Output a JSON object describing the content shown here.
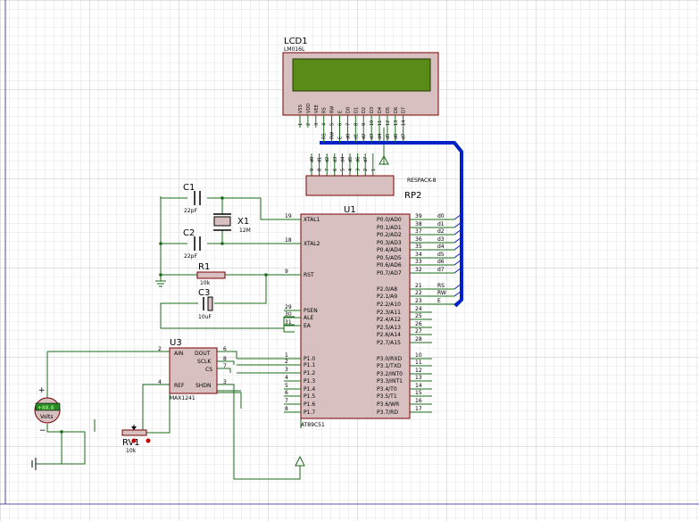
{
  "lcd": {
    "ref": "LCD1",
    "part": "LM016L",
    "pin_names": [
      "VSS",
      "VDD",
      "VEE",
      "RS",
      "RW",
      "E",
      "D0",
      "D1",
      "D2",
      "D3",
      "D4",
      "D5",
      "D6",
      "D7"
    ],
    "pin_numbers": [
      "1",
      "2",
      "3",
      "4",
      "5",
      "6",
      "7",
      "8",
      "9",
      "10",
      "11",
      "12",
      "13",
      "14"
    ],
    "net_labels": [
      "RS",
      "RW",
      "E",
      "d0",
      "d1",
      "d2",
      "d3",
      "d4",
      "d5",
      "d6",
      "d7"
    ]
  },
  "respack": {
    "ref": "RP2",
    "part": "RESPACK-8",
    "nets": [
      "d0",
      "d1",
      "d2",
      "d3",
      "d4",
      "d5",
      "d6",
      "d7"
    ],
    "pins": [
      "9",
      "8",
      "7",
      "6",
      "5",
      "4",
      "3",
      "2",
      "1"
    ]
  },
  "mcu": {
    "ref": "U1",
    "part": "AT89C51",
    "left_pins": [
      {
        "num": "19",
        "name": "XTAL1"
      },
      {
        "num": "18",
        "name": "XTAL2"
      },
      {
        "num": "9",
        "name": "RST"
      },
      {
        "num": "29",
        "name": "PSEN"
      },
      {
        "num": "30",
        "name": "ALE"
      },
      {
        "num": "31",
        "name": "EA"
      },
      {
        "num": "1",
        "name": "P1.0"
      },
      {
        "num": "2",
        "name": "P1.1"
      },
      {
        "num": "3",
        "name": "P1.2"
      },
      {
        "num": "4",
        "name": "P1.3"
      },
      {
        "num": "5",
        "name": "P1.4"
      },
      {
        "num": "6",
        "name": "P1.5"
      },
      {
        "num": "7",
        "name": "P1.6"
      },
      {
        "num": "8",
        "name": "P1.7"
      }
    ],
    "right_pins": [
      {
        "num": "39",
        "name": "P0.0/AD0",
        "net": "d0"
      },
      {
        "num": "38",
        "name": "P0.1/AD1",
        "net": "d1"
      },
      {
        "num": "37",
        "name": "P0.2/AD2",
        "net": "d2"
      },
      {
        "num": "36",
        "name": "P0.3/AD3",
        "net": "d3"
      },
      {
        "num": "35",
        "name": "P0.4/AD4",
        "net": "d4"
      },
      {
        "num": "34",
        "name": "P0.5/AD5",
        "net": "d5"
      },
      {
        "num": "33",
        "name": "P0.6/AD6",
        "net": "d6"
      },
      {
        "num": "32",
        "name": "P0.7/AD7",
        "net": "d7"
      },
      {
        "num": "21",
        "name": "P2.0/A8",
        "net": "RS"
      },
      {
        "num": "22",
        "name": "P2.1/A9",
        "net": "RW"
      },
      {
        "num": "23",
        "name": "P2.2/A10",
        "net": "E"
      },
      {
        "num": "24",
        "name": "P2.3/A11",
        "net": ""
      },
      {
        "num": "25",
        "name": "P2.4/A12",
        "net": ""
      },
      {
        "num": "26",
        "name": "P2.5/A13",
        "net": ""
      },
      {
        "num": "27",
        "name": "P2.6/A14",
        "net": ""
      },
      {
        "num": "28",
        "name": "P2.7/A15",
        "net": ""
      },
      {
        "num": "10",
        "name": "P3.0/RXD",
        "net": ""
      },
      {
        "num": "11",
        "name": "P3.1/TXD",
        "net": ""
      },
      {
        "num": "12",
        "name": "P3.2/INT0",
        "net": ""
      },
      {
        "num": "13",
        "name": "P3.3/INT1",
        "net": ""
      },
      {
        "num": "14",
        "name": "P3.4/T0",
        "net": ""
      },
      {
        "num": "15",
        "name": "P3.5/T1",
        "net": ""
      },
      {
        "num": "16",
        "name": "P3.6/WR",
        "net": ""
      },
      {
        "num": "17",
        "name": "P3.7/RD",
        "net": ""
      }
    ]
  },
  "c1": {
    "ref": "C1",
    "value": "22pF"
  },
  "c2": {
    "ref": "C2",
    "value": "22pF"
  },
  "c3": {
    "ref": "C3",
    "value": "10uF"
  },
  "x1": {
    "ref": "X1",
    "value": "12M"
  },
  "r1": {
    "ref": "R1",
    "value": "10k"
  },
  "rv1": {
    "ref": "RV1",
    "value": "10k"
  },
  "adc": {
    "ref": "U3",
    "part": "MAX1241",
    "left_pins": [
      {
        "num": "2",
        "name": "AIN"
      },
      {
        "num": "4",
        "name": "REF"
      }
    ],
    "right_pins": [
      {
        "num": "6",
        "name": "DOUT"
      },
      {
        "num": "8",
        "name": "SCLK"
      },
      {
        "num": "7",
        "name": "CS"
      },
      {
        "num": "3",
        "name": "SHDN"
      }
    ]
  },
  "voltmeter": {
    "reading": "+88.8",
    "unit": "Volts",
    "plus": "+",
    "minus": "−"
  },
  "colors": {
    "wire": "#1a6b1a",
    "bus": "#0020c8",
    "body": "#d8c0c0",
    "outline": "#7a0000",
    "grid": "#c9c9c9",
    "lcd_screen": "#5a8a18"
  }
}
